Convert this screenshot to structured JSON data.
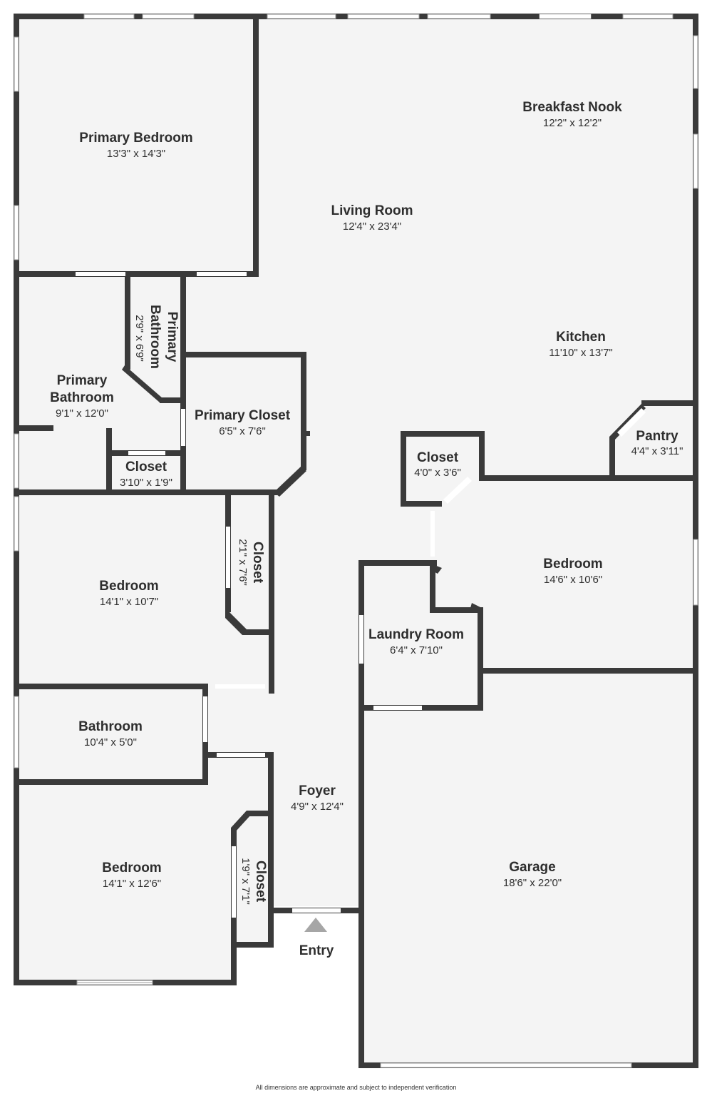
{
  "rooms": {
    "primary_bedroom": {
      "name": "Primary Bedroom",
      "dims": "13'3\" x 14'3\""
    },
    "living_room": {
      "name": "Living Room",
      "dims": "12'4\" x 23'4\""
    },
    "breakfast_nook": {
      "name": "Breakfast Nook",
      "dims": "12'2\" x 12'2\""
    },
    "kitchen": {
      "name": "Kitchen",
      "dims": "11'10\" x 13'7\""
    },
    "primary_bathroom_small": {
      "name_line1": "Primary",
      "name_line2": "Bathroom",
      "dims": "2'9\" x 6'9\""
    },
    "primary_bathroom": {
      "name_line1": "Primary",
      "name_line2": "Bathroom",
      "dims": "9'1\" x 12'0\""
    },
    "primary_closet": {
      "name": "Primary Closet",
      "dims": "6'5\" x 7'6\""
    },
    "closet_primary_bath": {
      "name": "Closet",
      "dims": "3'10\" x 1'9\""
    },
    "pantry": {
      "name": "Pantry",
      "dims": "4'4\" x 3'11\""
    },
    "closet_kitchen": {
      "name": "Closet",
      "dims": "4'0\" x 3'6\""
    },
    "bedroom_left_upper": {
      "name": "Bedroom",
      "dims": "14'1\" x 10'7\""
    },
    "closet_left_upper": {
      "name": "Closet",
      "dims": "2'1\" x 7'6\""
    },
    "bedroom_right": {
      "name": "Bedroom",
      "dims": "14'6\" x 10'6\""
    },
    "laundry_room": {
      "name": "Laundry Room",
      "dims": "6'4\" x 7'10\""
    },
    "bathroom": {
      "name": "Bathroom",
      "dims": "10'4\" x 5'0\""
    },
    "foyer": {
      "name": "Foyer",
      "dims": "4'9\" x 12'4\""
    },
    "bedroom_left_lower": {
      "name": "Bedroom",
      "dims": "14'1\" x 12'6\""
    },
    "closet_left_lower": {
      "name": "Closet",
      "dims": "1'9\" x 7'1\""
    },
    "garage": {
      "name": "Garage",
      "dims": "18'6\" x 22'0\""
    }
  },
  "entry": {
    "label": "Entry"
  },
  "footer": {
    "disclaimer": "All dimensions are approximate and subject to independent verification"
  },
  "colors": {
    "wall": "#3a3a3a",
    "floor": "#f4f4f4",
    "window_frame": "#9a9a9a",
    "entry_arrow": "#a6a6a6"
  }
}
